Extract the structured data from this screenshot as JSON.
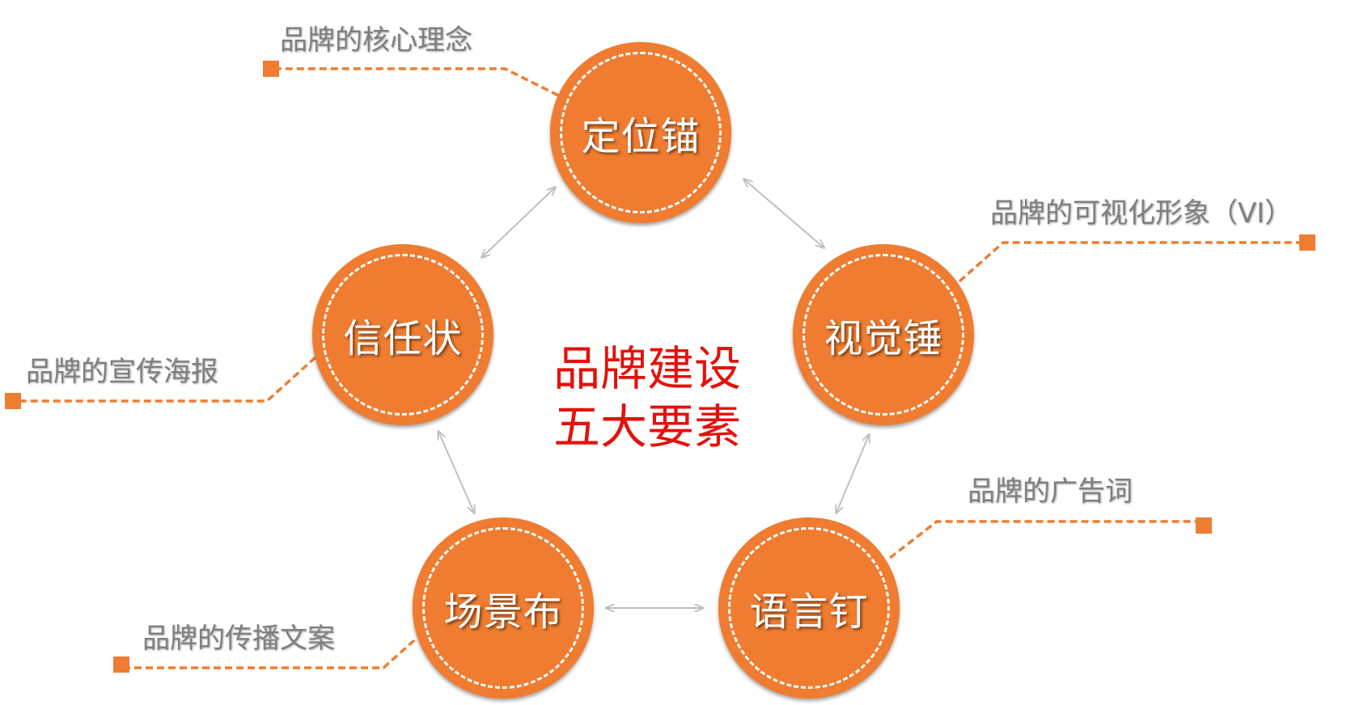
{
  "center": {
    "line1": "品牌建设",
    "line2": "五大要素"
  },
  "nodes": [
    {
      "id": "dingweimao",
      "label": "定位锚"
    },
    {
      "id": "shijuechui",
      "label": "视觉锤"
    },
    {
      "id": "yuyanding",
      "label": "语言钉"
    },
    {
      "id": "changjingbu",
      "label": "场景布"
    },
    {
      "id": "xinrenzhuang",
      "label": "信任状"
    }
  ],
  "annotations": {
    "dingweimao": "品牌的核心理念",
    "shijuechui": "品牌的可视化形象（VI）",
    "yuyanding": "品牌的广告词",
    "changjingbu": "品牌的传播文案",
    "xinrenzhuang": "品牌的宣传海报"
  },
  "colors": {
    "node_fill": "#ef7c30",
    "leader_line": "#ee7d31",
    "connector_arrow": "#bfbfbf",
    "center_text": "#e3120b",
    "annotation_text": "#7f7f7f"
  }
}
